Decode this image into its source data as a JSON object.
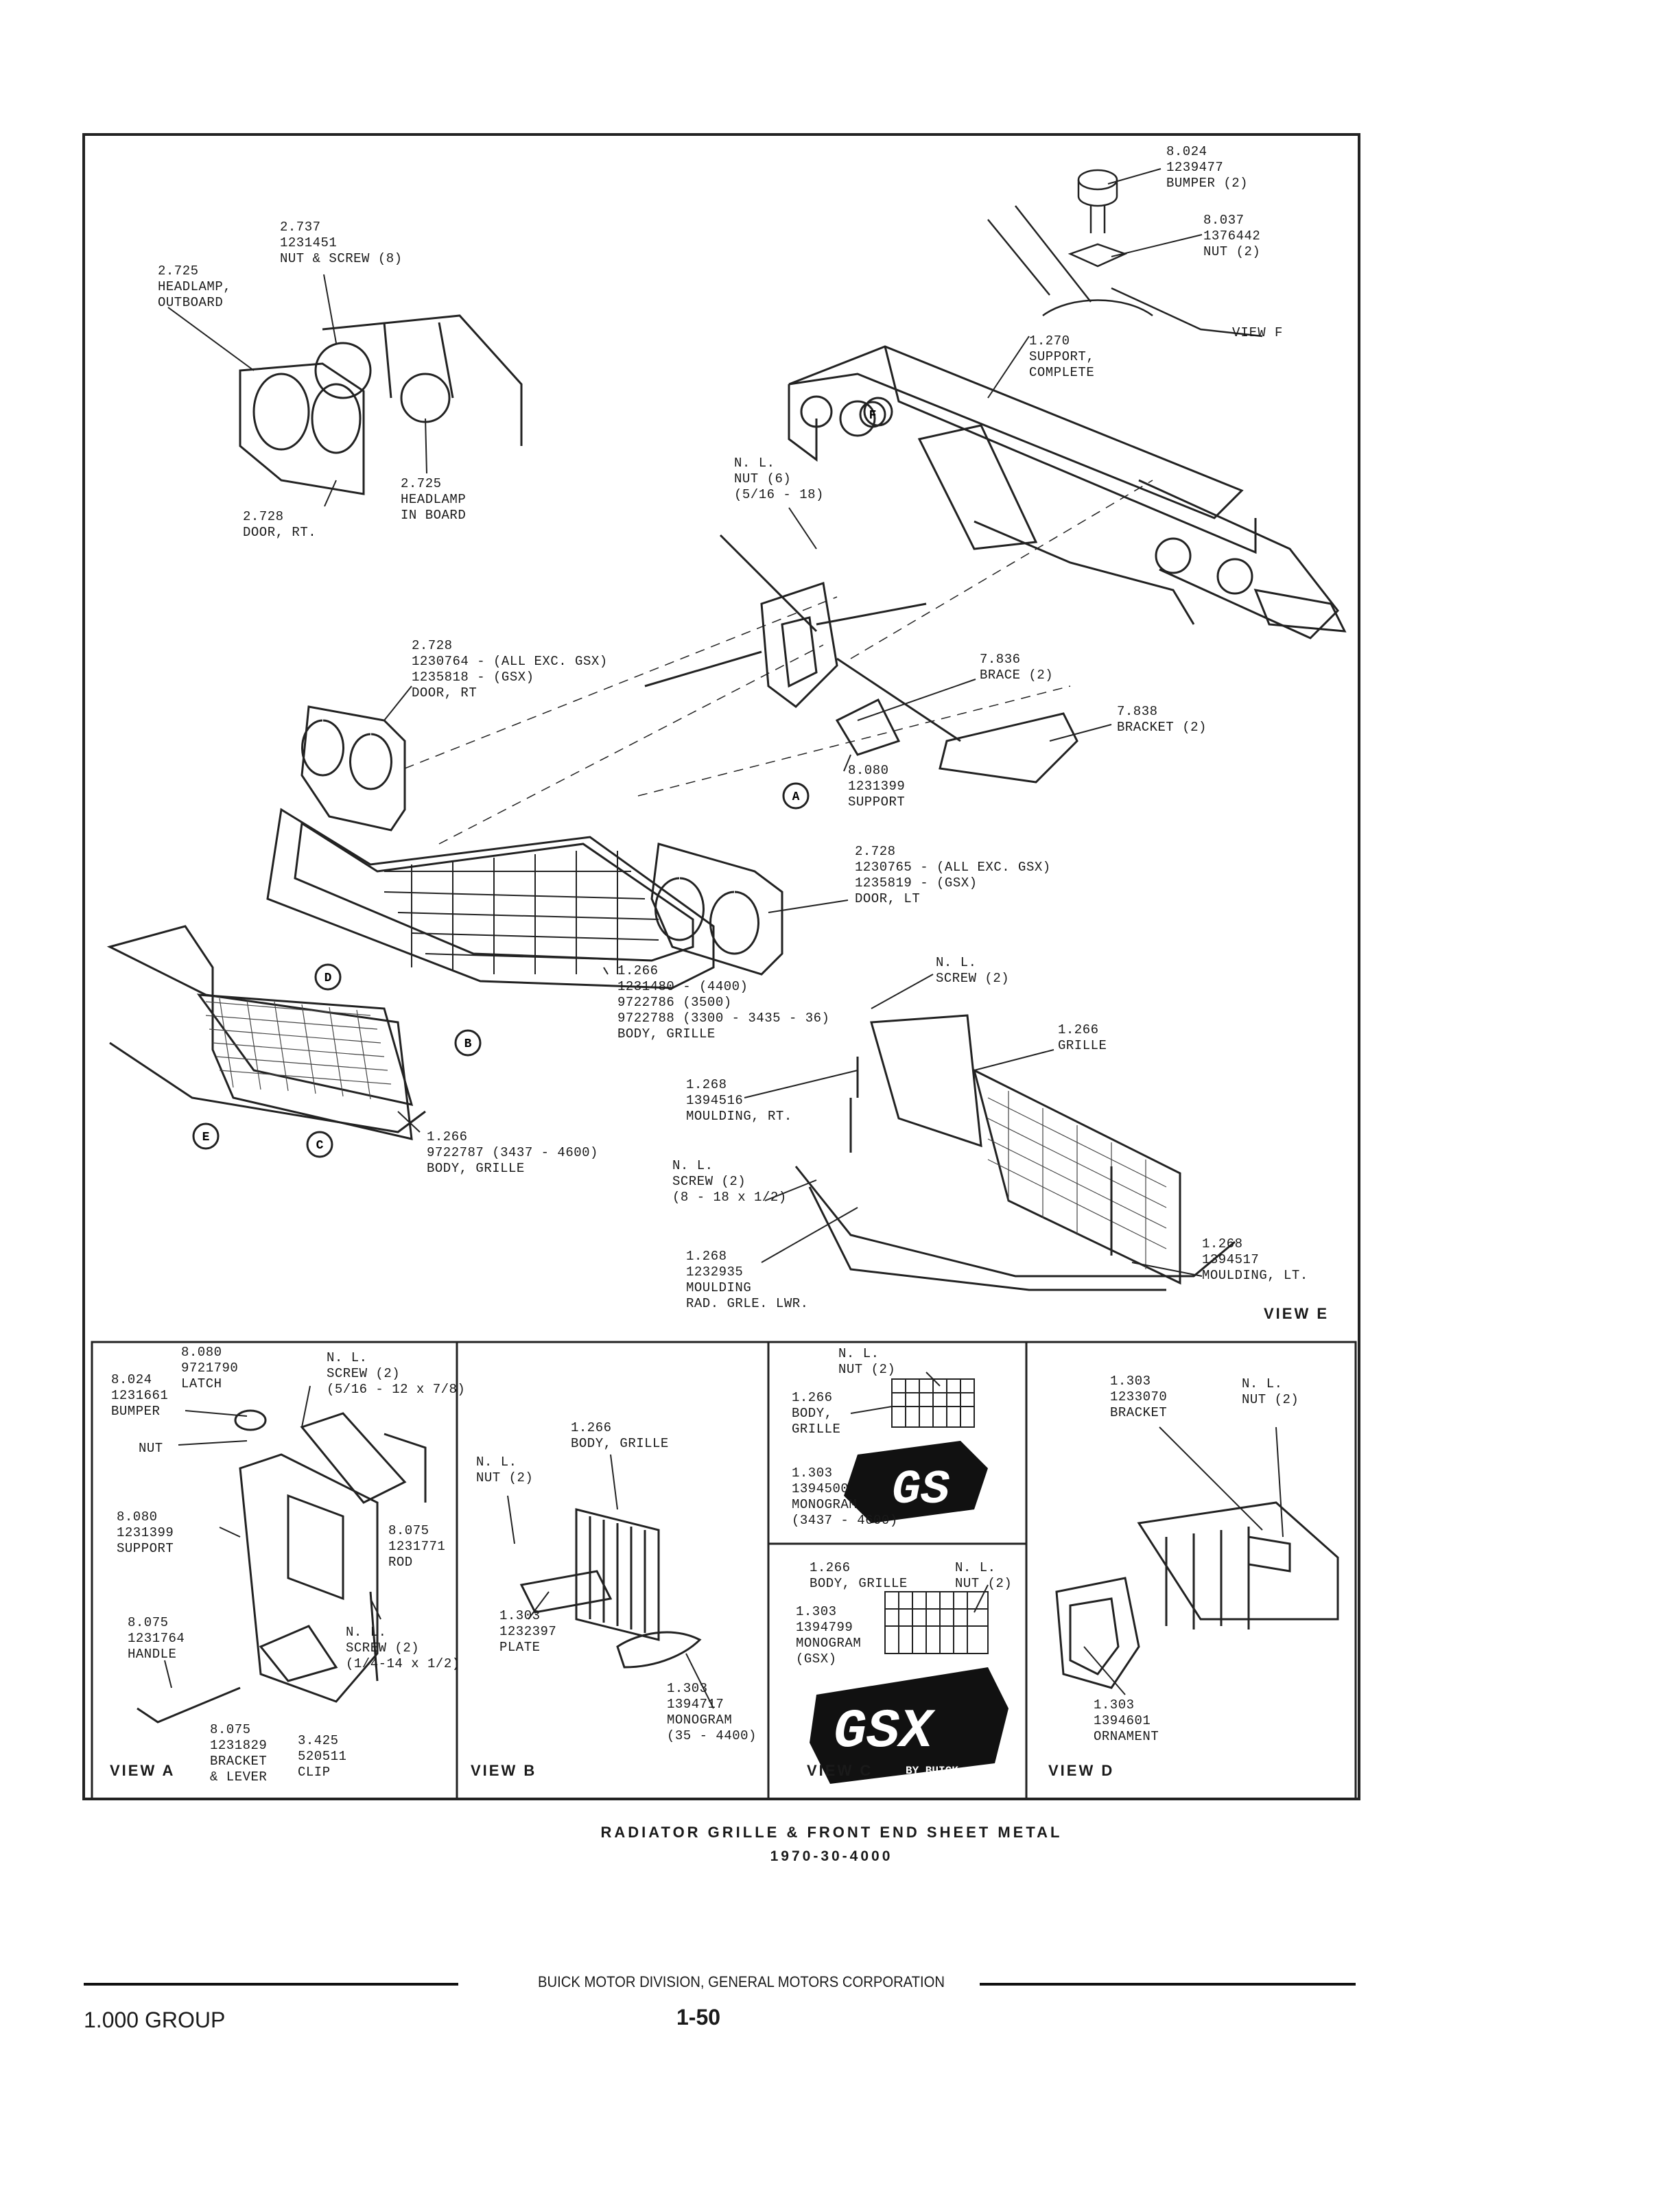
{
  "views": {
    "f": "VIEW F",
    "e": "VIEW E",
    "a": "VIEW A",
    "b": "VIEW B",
    "c": "VIEW C",
    "d": "VIEW D"
  },
  "callouts": {
    "bumper_f": [
      "8.024",
      "1239477",
      "BUMPER (2)"
    ],
    "nut_f": [
      "8.037",
      "1376442",
      "NUT (2)"
    ],
    "nut_screw": [
      "2.737",
      "1231451",
      "NUT & SCREW (8)"
    ],
    "headlamp_out": [
      "2.725",
      "HEADLAMP,",
      "OUTBOARD"
    ],
    "support_complete": [
      "1.270",
      "SUPPORT,",
      "COMPLETE"
    ],
    "headlamp_in": [
      "2.725",
      "HEADLAMP",
      "IN BOARD"
    ],
    "door_rt_small": [
      "2.728",
      "DOOR, RT."
    ],
    "nut_nl": [
      "N. L.",
      "NUT (6)",
      "(5/16 - 18)"
    ],
    "door_rt": [
      "2.728",
      "1230764 - (ALL EXC. GSX)",
      "1235818 - (GSX)",
      "DOOR, RT"
    ],
    "brace": [
      "7.836",
      "BRACE (2)"
    ],
    "bracket_2": [
      "7.838",
      "BRACKET (2)"
    ],
    "support_8080": [
      "8.080",
      "1231399",
      "SUPPORT"
    ],
    "door_lt": [
      "2.728",
      "1230765 - (ALL EXC. GSX)",
      "1235819 - (GSX)",
      "DOOR, LT"
    ],
    "screw_nl": [
      "N. L.",
      "SCREW (2)"
    ],
    "body_grille_main": [
      "1.266",
      "1231480 - (4400)",
      "9722786 (3500)",
      "9722788 (3300 - 3435 - 36)",
      "BODY, GRILLE"
    ],
    "grille_e": [
      "1.266",
      "GRILLE"
    ],
    "moulding_rt": [
      "1.268",
      "1394516",
      "MOULDING, RT."
    ],
    "body_grille_left": [
      "1.266",
      "9722787 (3437 - 4600)",
      "BODY, GRILLE"
    ],
    "screw_8_18": [
      "N. L.",
      "SCREW (2)",
      "(8 - 18 x 1/2)"
    ],
    "moulding_lwr": [
      "1.268",
      "1232935",
      "MOULDING",
      "RAD. GRLE. LWR."
    ],
    "moulding_lt": [
      "1.268",
      "1394517",
      "MOULDING, LT."
    ],
    "a_latch": [
      "8.080",
      "9721790",
      "LATCH"
    ],
    "a_bumper": [
      "8.024",
      "1231661",
      "BUMPER"
    ],
    "a_screw": [
      "N. L.",
      "SCREW (2)",
      "(5/16 - 12 x 7/8)"
    ],
    "a_nut": [
      "NUT"
    ],
    "a_support": [
      "8.080",
      "1231399",
      "SUPPORT"
    ],
    "a_rod": [
      "8.075",
      "1231771",
      "ROD"
    ],
    "a_handle": [
      "8.075",
      "1231764",
      "HANDLE"
    ],
    "a_screw2": [
      "N. L.",
      "SCREW (2)",
      "(1/4-14 x 1/2)"
    ],
    "a_bracket": [
      "8.075",
      "1231829",
      "BRACKET",
      "& LEVER"
    ],
    "a_clip": [
      "3.425",
      "520511",
      "CLIP"
    ],
    "b_body": [
      "1.266",
      "BODY, GRILLE"
    ],
    "b_nut": [
      "N. L.",
      "NUT (2)"
    ],
    "b_plate": [
      "1.303",
      "1232397",
      "PLATE"
    ],
    "b_monogram": [
      "1.303",
      "1394717",
      "MONOGRAM",
      "(35 - 4400)"
    ],
    "c_nut1": [
      "N. L.",
      "NUT (2)"
    ],
    "c_body1": [
      "1.266",
      "BODY,",
      "GRILLE"
    ],
    "c_mono1": [
      "1.303",
      "1394500",
      "MONOGRAM",
      "(3437 - 4600)"
    ],
    "c_body2": [
      "1.266",
      "BODY, GRILLE"
    ],
    "c_nut2": [
      "N. L.",
      "NUT (2)"
    ],
    "c_mono2": [
      "1.303",
      "1394799",
      "MONOGRAM",
      "(GSX)"
    ],
    "d_bracket": [
      "1.303",
      "1233070",
      "BRACKET"
    ],
    "d_nut": [
      "N. L.",
      "NUT (2)"
    ],
    "d_ornament": [
      "1.303",
      "1394601",
      "ORNAMENT"
    ]
  },
  "markers": [
    "A",
    "B",
    "C",
    "D",
    "E",
    "F"
  ],
  "emblems": {
    "gs": "GS",
    "gsx": "GSX",
    "gsx_sub": "BY BUICK"
  },
  "caption": {
    "title": "RADIATOR GRILLE & FRONT END SHEET METAL",
    "code": "1970-30-4000"
  },
  "footer": {
    "division": "BUICK MOTOR DIVISION, GENERAL MOTORS CORPORATION",
    "group": "1.000 GROUP",
    "page": "1-50"
  }
}
